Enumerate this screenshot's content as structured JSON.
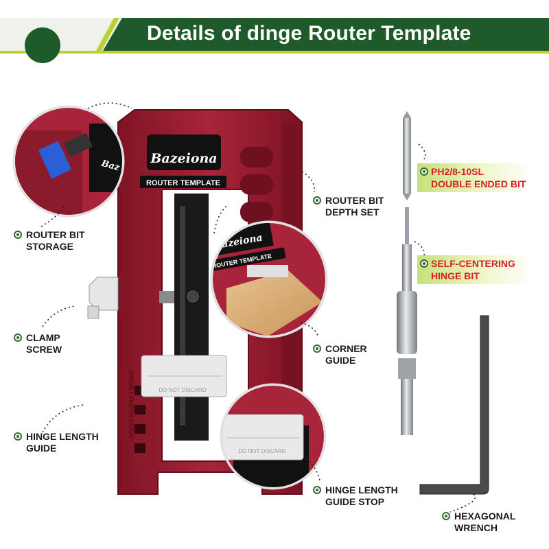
{
  "header": {
    "title": "Details of dinge Router Template"
  },
  "product": {
    "brand": "Bazeiona",
    "model": "ROUTER TEMPLATE",
    "stop_text": "DO NOT DISCARD",
    "side_text": "HINGE LENGTH GUIDE"
  },
  "callouts": {
    "router_bit_storage": [
      "ROUTER BIT",
      "STORAGE"
    ],
    "router_bit_depth": [
      "ROUTER BIT",
      "DEPTH SET"
    ],
    "clamp_screw": [
      "CLAMP",
      "SCREW"
    ],
    "corner_guide": [
      "CORNER",
      "GUIDE"
    ],
    "hinge_length_guide": [
      "HINGE LENGTH",
      "GUIDE"
    ],
    "hinge_length_stop": [
      "HINGE LENGTH",
      "GUIDE STOP"
    ],
    "hex_wrench": [
      "HEXAGONAL",
      "WRENCH"
    ]
  },
  "tags": {
    "double_bit": [
      "PH2/8-10SL",
      "DOUBLE ENDED BIT"
    ],
    "hinge_bit": [
      "SELF-CENTERING",
      "HINGE BIT"
    ]
  },
  "colors": {
    "banner": "#1f5a2a",
    "accent": "#b9d230",
    "template": "#9b1b2e",
    "tag_text": "#d42020"
  }
}
